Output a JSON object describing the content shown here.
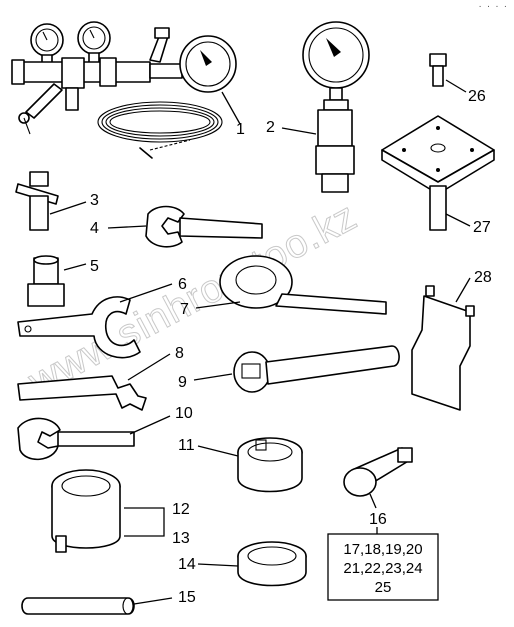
{
  "corner_text": "· · · ·",
  "watermark": "www.sinhron-too.kz",
  "callouts": [
    "1",
    "2",
    "3",
    "4",
    "5",
    "6",
    "7",
    "8",
    "9",
    "10",
    "11",
    "12",
    "13",
    "14",
    "15",
    "16",
    "26",
    "27",
    "28"
  ],
  "tool_group_box": {
    "line1": "17,18,19,20",
    "line2": "21,22,23,24",
    "line3": "25"
  }
}
